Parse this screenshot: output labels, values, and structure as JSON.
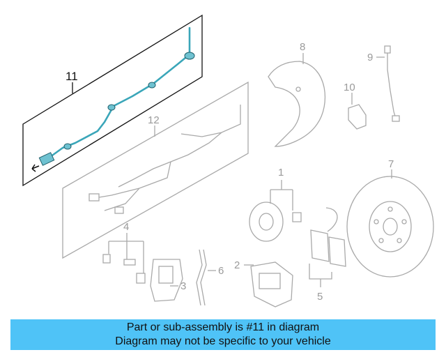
{
  "callouts": {
    "c1": "1",
    "c2": "2",
    "c3": "3",
    "c4": "4",
    "c5": "5",
    "c6": "6",
    "c7": "7",
    "c8": "8",
    "c9": "9",
    "c10": "10",
    "c11": "11",
    "c12": "12"
  },
  "highlight": {
    "part": "11",
    "color": "#3aa6b9"
  },
  "banner": {
    "line1": "Part or sub-assembly is #11 in diagram",
    "line2": "Diagram may not be specific to your vehicle",
    "background": "#4fc3f7"
  }
}
